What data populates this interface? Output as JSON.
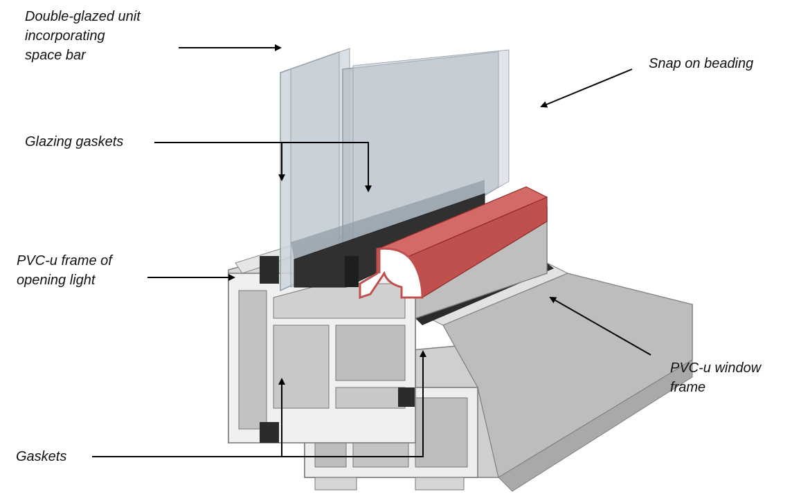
{
  "labels": {
    "double_glazed": [
      "Double-glazed unit",
      "incorporating",
      "space bar"
    ],
    "snap_on_beading": "Snap on beading",
    "glazing_gaskets": "Glazing gaskets",
    "pvcu_opening_light": [
      "PVC-u frame of",
      "opening light"
    ],
    "pvcu_window_frame": [
      "PVC-u window",
      "frame"
    ],
    "gaskets": "Gaskets"
  },
  "colors": {
    "glass": "#c9d2da",
    "glass_edge": "#9aa6b0",
    "frame": "#d3d3d3",
    "frame_dark": "#a9a9a9",
    "bead": "#c0504d",
    "gasket": "#2b2b2b"
  }
}
